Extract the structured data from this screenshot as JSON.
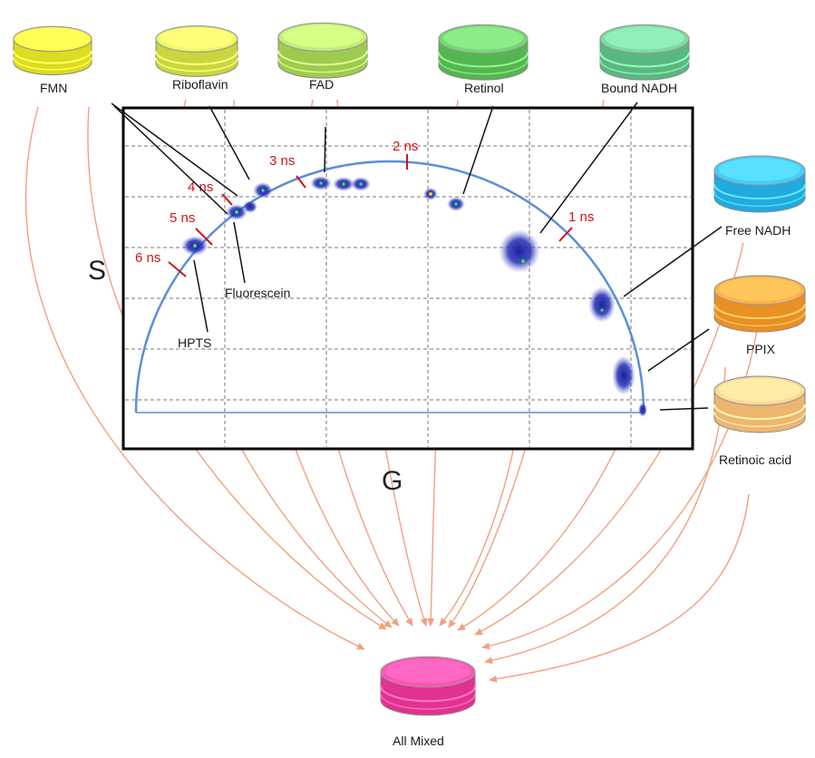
{
  "plot": {
    "x_label": "G",
    "y_label": "S",
    "lifetime_marks": [
      "1 ns",
      "2 ns",
      "3 ns",
      "4 ns",
      "5 ns",
      "6 ns"
    ]
  },
  "samples": [
    {
      "id": "fmn",
      "label": "FMN",
      "color": "#e6e62a"
    },
    {
      "id": "riboflavin",
      "label": "Riboflavin",
      "color": "#d3e04a"
    },
    {
      "id": "fad",
      "label": "FAD",
      "color": "#a9d45a"
    },
    {
      "id": "retinol",
      "label": "Retinol",
      "color": "#5fbf5a"
    },
    {
      "id": "bound-nadh",
      "label": "Bound NADH",
      "color": "#63c28a"
    },
    {
      "id": "free-nadh",
      "label": "Free NADH",
      "color": "#2cb3e8"
    },
    {
      "id": "ppix",
      "label": "PPIX",
      "color": "#f29a2e"
    },
    {
      "id": "retinoic-acid",
      "label": "Retinoic acid",
      "color": "#f6c07a"
    }
  ],
  "plot_annotations": {
    "fluorescein": "Fluorescein",
    "hpts": "HPTS"
  },
  "mixture": {
    "label": "All Mixed",
    "color": "#ea3c98"
  },
  "colors": {
    "arrow": "#f2a07e",
    "semicircle": "#5b8fd6",
    "cluster": "#1f2aa8",
    "lifetime_tick": "#d21414"
  }
}
